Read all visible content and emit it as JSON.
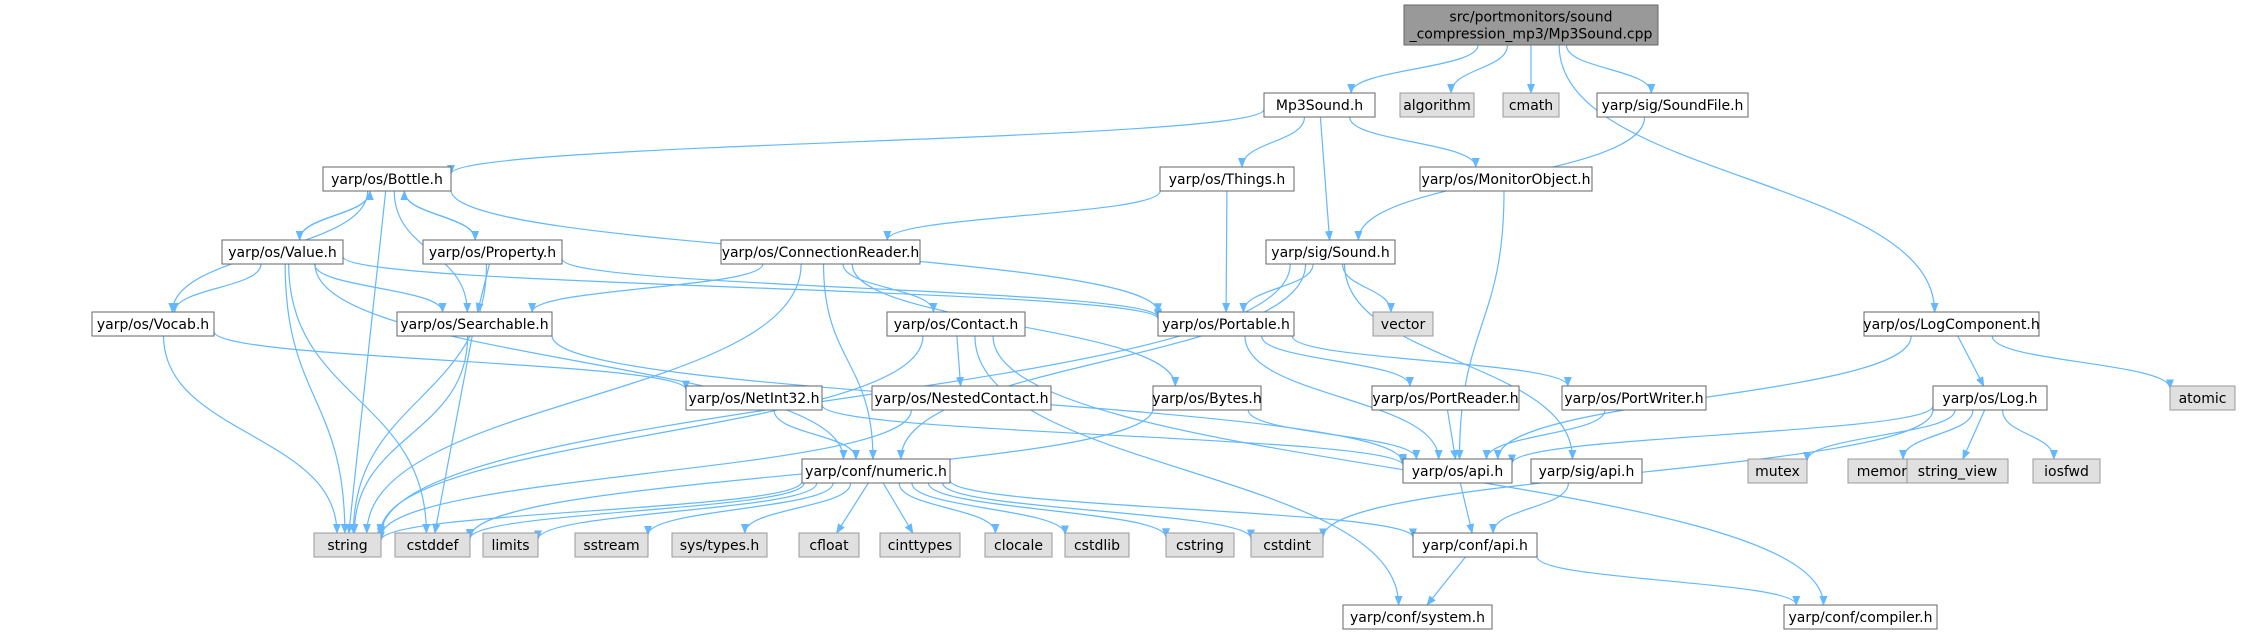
{
  "colors": {
    "edge": "#63b8ff",
    "root_fill": "#999999",
    "root_stroke": "#666666",
    "file_fill": "#ffffff",
    "file_stroke": "#666666",
    "system_fill": "#e0e0e0",
    "system_stroke": "#999999"
  },
  "nodes": [
    {
      "id": "root",
      "kind": "root",
      "lines": [
        "src/portmonitors/sound",
        "_compression_mp3/Mp3Sound.cpp"
      ]
    },
    {
      "id": "mp3sound_h",
      "kind": "file",
      "lines": [
        "Mp3Sound.h"
      ]
    },
    {
      "id": "algorithm",
      "kind": "system",
      "lines": [
        "algorithm"
      ]
    },
    {
      "id": "cmath",
      "kind": "system",
      "lines": [
        "cmath"
      ]
    },
    {
      "id": "soundfile_h",
      "kind": "file",
      "lines": [
        "yarp/sig/SoundFile.h"
      ]
    },
    {
      "id": "logcomponent_h",
      "kind": "file",
      "lines": [
        "yarp/os/LogComponent.h"
      ]
    },
    {
      "id": "bottle_h",
      "kind": "file",
      "lines": [
        "yarp/os/Bottle.h"
      ]
    },
    {
      "id": "things_h",
      "kind": "file",
      "lines": [
        "yarp/os/Things.h"
      ]
    },
    {
      "id": "monitorobject_h",
      "kind": "file",
      "lines": [
        "yarp/os/MonitorObject.h"
      ]
    },
    {
      "id": "value_h",
      "kind": "file",
      "lines": [
        "yarp/os/Value.h"
      ]
    },
    {
      "id": "property_h",
      "kind": "file",
      "lines": [
        "yarp/os/Property.h"
      ]
    },
    {
      "id": "connectionreader_h",
      "kind": "file",
      "lines": [
        "yarp/os/ConnectionReader.h"
      ]
    },
    {
      "id": "sound_h",
      "kind": "file",
      "lines": [
        "yarp/sig/Sound.h"
      ]
    },
    {
      "id": "vocab_h",
      "kind": "file",
      "lines": [
        "yarp/os/Vocab.h"
      ]
    },
    {
      "id": "searchable_h",
      "kind": "file",
      "lines": [
        "yarp/os/Searchable.h"
      ]
    },
    {
      "id": "contact_h",
      "kind": "file",
      "lines": [
        "yarp/os/Contact.h"
      ]
    },
    {
      "id": "portable_h",
      "kind": "file",
      "lines": [
        "yarp/os/Portable.h"
      ]
    },
    {
      "id": "vector",
      "kind": "system",
      "lines": [
        "vector"
      ]
    },
    {
      "id": "log_h",
      "kind": "file",
      "lines": [
        "yarp/os/Log.h"
      ]
    },
    {
      "id": "atomic",
      "kind": "system",
      "lines": [
        "atomic"
      ]
    },
    {
      "id": "netint32_h",
      "kind": "file",
      "lines": [
        "yarp/os/NetInt32.h"
      ]
    },
    {
      "id": "nestedcontact_h",
      "kind": "file",
      "lines": [
        "yarp/os/NestedContact.h"
      ]
    },
    {
      "id": "bytes_h",
      "kind": "file",
      "lines": [
        "yarp/os/Bytes.h"
      ]
    },
    {
      "id": "portreader_h",
      "kind": "file",
      "lines": [
        "yarp/os/PortReader.h"
      ]
    },
    {
      "id": "portwriter_h",
      "kind": "file",
      "lines": [
        "yarp/os/PortWriter.h"
      ]
    },
    {
      "id": "numeric_h",
      "kind": "file",
      "lines": [
        "yarp/conf/numeric.h"
      ]
    },
    {
      "id": "os_api_h",
      "kind": "file",
      "lines": [
        "yarp/os/api.h"
      ]
    },
    {
      "id": "sig_api_h",
      "kind": "file",
      "lines": [
        "yarp/sig/api.h"
      ]
    },
    {
      "id": "mutex",
      "kind": "system",
      "lines": [
        "mutex"
      ]
    },
    {
      "id": "memory",
      "kind": "system",
      "lines": [
        "memory"
      ]
    },
    {
      "id": "string_view",
      "kind": "system",
      "lines": [
        "string_view"
      ]
    },
    {
      "id": "iosfwd",
      "kind": "system",
      "lines": [
        "iosfwd"
      ]
    },
    {
      "id": "string",
      "kind": "system",
      "lines": [
        "string"
      ]
    },
    {
      "id": "cstddef",
      "kind": "system",
      "lines": [
        "cstddef"
      ]
    },
    {
      "id": "limits",
      "kind": "system",
      "lines": [
        "limits"
      ]
    },
    {
      "id": "sstream",
      "kind": "system",
      "lines": [
        "sstream"
      ]
    },
    {
      "id": "sys_types_h",
      "kind": "system",
      "lines": [
        "sys/types.h"
      ]
    },
    {
      "id": "cfloat",
      "kind": "system",
      "lines": [
        "cfloat"
      ]
    },
    {
      "id": "cinttypes",
      "kind": "system",
      "lines": [
        "cinttypes"
      ]
    },
    {
      "id": "clocale",
      "kind": "system",
      "lines": [
        "clocale"
      ]
    },
    {
      "id": "cstdlib",
      "kind": "system",
      "lines": [
        "cstdlib"
      ]
    },
    {
      "id": "cstring",
      "kind": "system",
      "lines": [
        "cstring"
      ]
    },
    {
      "id": "cstdint",
      "kind": "system",
      "lines": [
        "cstdint"
      ]
    },
    {
      "id": "conf_api_h",
      "kind": "file",
      "lines": [
        "yarp/conf/api.h"
      ]
    },
    {
      "id": "system_h",
      "kind": "file",
      "lines": [
        "yarp/conf/system.h"
      ]
    },
    {
      "id": "compiler_h",
      "kind": "file",
      "lines": [
        "yarp/conf/compiler.h"
      ]
    }
  ],
  "edges": [
    [
      "root",
      "mp3sound_h"
    ],
    [
      "root",
      "algorithm"
    ],
    [
      "root",
      "cmath"
    ],
    [
      "root",
      "soundfile_h"
    ],
    [
      "root",
      "logcomponent_h"
    ],
    [
      "mp3sound_h",
      "bottle_h"
    ],
    [
      "mp3sound_h",
      "things_h"
    ],
    [
      "mp3sound_h",
      "monitorobject_h"
    ],
    [
      "mp3sound_h",
      "sound_h"
    ],
    [
      "soundfile_h",
      "sound_h"
    ],
    [
      "bottle_h",
      "value_h"
    ],
    [
      "bottle_h",
      "property_h"
    ],
    [
      "bottle_h",
      "vocab_h"
    ],
    [
      "bottle_h",
      "searchable_h"
    ],
    [
      "bottle_h",
      "portable_h"
    ],
    [
      "bottle_h",
      "string"
    ],
    [
      "value_h",
      "bottle_h"
    ],
    [
      "value_h",
      "vocab_h"
    ],
    [
      "value_h",
      "searchable_h"
    ],
    [
      "value_h",
      "portable_h"
    ],
    [
      "value_h",
      "string"
    ],
    [
      "value_h",
      "cstddef"
    ],
    [
      "value_h",
      "numeric_h"
    ],
    [
      "property_h",
      "bottle_h"
    ],
    [
      "property_h",
      "searchable_h"
    ],
    [
      "property_h",
      "portable_h"
    ],
    [
      "property_h",
      "string"
    ],
    [
      "things_h",
      "connectionreader_h"
    ],
    [
      "things_h",
      "portable_h"
    ],
    [
      "monitorobject_h",
      "os_api_h"
    ],
    [
      "connectionreader_h",
      "searchable_h"
    ],
    [
      "connectionreader_h",
      "contact_h"
    ],
    [
      "connectionreader_h",
      "bytes_h"
    ],
    [
      "connectionreader_h",
      "numeric_h"
    ],
    [
      "connectionreader_h",
      "string"
    ],
    [
      "sound_h",
      "portable_h"
    ],
    [
      "sound_h",
      "vector"
    ],
    [
      "sound_h",
      "numeric_h"
    ],
    [
      "sound_h",
      "sig_api_h"
    ],
    [
      "sound_h",
      "string"
    ],
    [
      "vocab_h",
      "netint32_h"
    ],
    [
      "vocab_h",
      "string"
    ],
    [
      "searchable_h",
      "os_api_h"
    ],
    [
      "searchable_h",
      "string"
    ],
    [
      "searchable_h",
      "cstddef"
    ],
    [
      "contact_h",
      "nestedcontact_h"
    ],
    [
      "contact_h",
      "string"
    ],
    [
      "contact_h",
      "system_h"
    ],
    [
      "contact_h",
      "compiler_h"
    ],
    [
      "portable_h",
      "portreader_h"
    ],
    [
      "portable_h",
      "portwriter_h"
    ],
    [
      "portable_h",
      "os_api_h"
    ],
    [
      "logcomponent_h",
      "log_h"
    ],
    [
      "logcomponent_h",
      "atomic"
    ],
    [
      "logcomponent_h",
      "os_api_h"
    ],
    [
      "log_h",
      "os_api_h"
    ],
    [
      "log_h",
      "mutex"
    ],
    [
      "log_h",
      "memory"
    ],
    [
      "log_h",
      "string_view"
    ],
    [
      "log_h",
      "iosfwd"
    ],
    [
      "log_h",
      "cstdint"
    ],
    [
      "netint32_h",
      "numeric_h"
    ],
    [
      "netint32_h",
      "os_api_h"
    ],
    [
      "nestedcontact_h",
      "string"
    ],
    [
      "bytes_h",
      "os_api_h"
    ],
    [
      "bytes_h",
      "cstddef"
    ],
    [
      "portreader_h",
      "os_api_h"
    ],
    [
      "portwriter_h",
      "os_api_h"
    ],
    [
      "numeric_h",
      "string"
    ],
    [
      "numeric_h",
      "cstddef"
    ],
    [
      "numeric_h",
      "limits"
    ],
    [
      "numeric_h",
      "sstream"
    ],
    [
      "numeric_h",
      "sys_types_h"
    ],
    [
      "numeric_h",
      "cfloat"
    ],
    [
      "numeric_h",
      "cinttypes"
    ],
    [
      "numeric_h",
      "clocale"
    ],
    [
      "numeric_h",
      "cstdlib"
    ],
    [
      "numeric_h",
      "cstring"
    ],
    [
      "numeric_h",
      "cstdint"
    ],
    [
      "numeric_h",
      "conf_api_h"
    ],
    [
      "os_api_h",
      "conf_api_h"
    ],
    [
      "sig_api_h",
      "conf_api_h"
    ],
    [
      "conf_api_h",
      "system_h"
    ],
    [
      "conf_api_h",
      "compiler_h"
    ]
  ]
}
